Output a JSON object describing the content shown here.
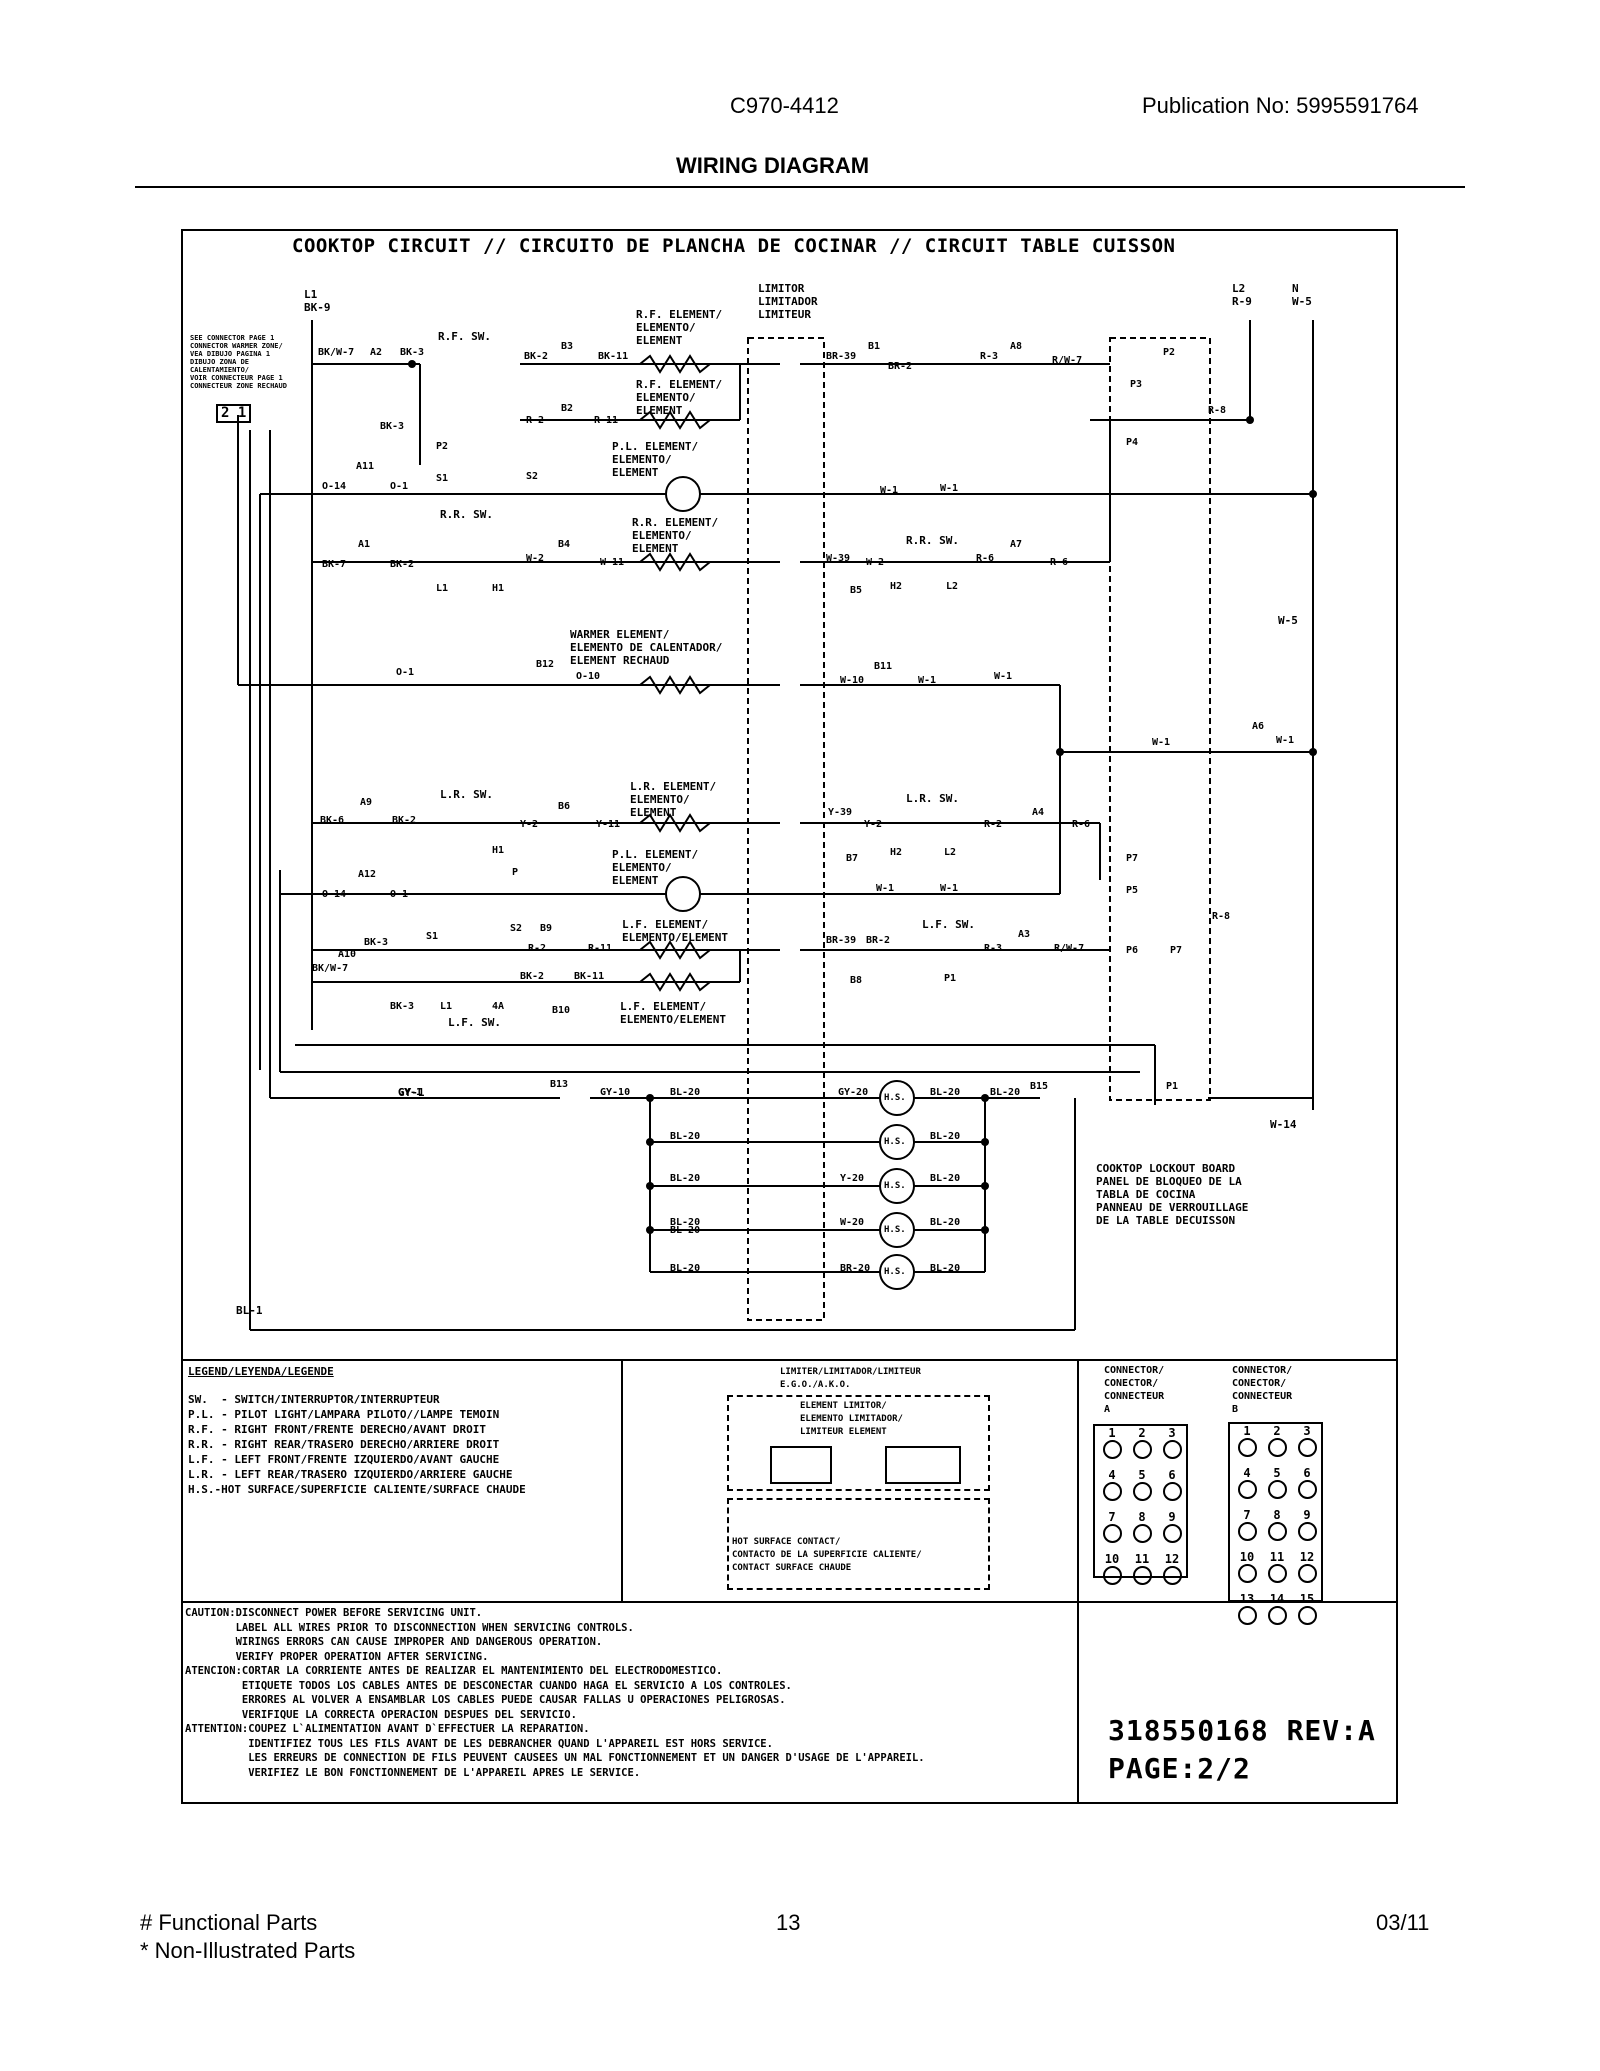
{
  "header": {
    "model": "C970-4412",
    "publication": "Publication No:  5995591764",
    "title": "WIRING DIAGRAM"
  },
  "diagram": {
    "title": "COOKTOP CIRCUIT // CIRCUITO DE PLANCHA DE COCINAR // CIRCUIT TABLE CUISSON",
    "labels": {
      "l1": "L1\nBK-9",
      "l2": "L2\nR-9",
      "n": "N\nW-5",
      "limitor": "LIMITOR\nLIMITADOR\nLIMITEUR",
      "see_connector": "SEE CONNECTOR PAGE 1\nCONNECTOR WARMER ZONE/\nVEA DIBUJO PAGINA 1\nDIBUJO ZONA DE\nCALENTAMIENTO/\nVOIR CONNECTEUR PAGE 1\nCONNECTEUR ZONE RECHAUD",
      "conn_21": "2 1",
      "rf_sw": "R.F. SW.",
      "rf_element1": "R.F. ELEMENT/\nELEMENTO/\nELEMENT",
      "rf_element2": "R.F. ELEMENT/\nELEMENTO/\nELEMENT",
      "pl_element1": "P.L. ELEMENT/\nELEMENTO/\nELEMENT",
      "rr_sw": "R.R. SW.",
      "rr_element": "R.R. ELEMENT/\nELEMENTO/\nELEMENT",
      "rr_sw2": "R.R. SW.",
      "warmer": "WARMER ELEMENT/\nELEMENTO DE CALENTADOR/\nELEMENT RECHAUD",
      "lr_sw": "L.R. SW.",
      "lr_element": "L.R. ELEMENT/\nELEMENTO/\nELEMENT",
      "lr_sw2": "L.R. SW.",
      "pl_element2": "P.L. ELEMENT/\nELEMENTO/\nELEMENT",
      "lf_element1": "L.F. ELEMENT/\nELEMENTO/ELEMENT",
      "lf_sw2": "L.F. SW.",
      "lf_element2": "L.F. ELEMENT/\nELEMENTO/ELEMENT",
      "lf_sw": "L.F. SW.",
      "lockout": "COOKTOP LOCKOUT BOARD\nPANEL DE BLOQUEO DE LA\nTABLA DE COCINA\nPANNEAU DE VERROUILLAGE\nDE LA TABLE DECUISSON",
      "hs": "H.S.",
      "w5": "W-5",
      "w14": "W-14",
      "bl1": "BL-1",
      "gy1": "GY-1"
    },
    "wires": [
      "BK/W-7",
      "A2",
      "BK-3",
      "BK-2",
      "B3",
      "BK-11",
      "BR-39",
      "B1",
      "BR-2",
      "R-3",
      "A8",
      "R/W-7",
      "P2",
      "P3",
      "P4",
      "R-8",
      "BK-3",
      "R-2",
      "B2",
      "R-11",
      "P2",
      "S1",
      "S2",
      "A11",
      "O-14",
      "O-1",
      "W-1",
      "W-1",
      "A1",
      "BK-7",
      "BK-2",
      "B4",
      "W-2",
      "W-11",
      "W-39",
      "W-2",
      "R-6",
      "A7",
      "R-6",
      "L1",
      "H1",
      "B5",
      "H2",
      "L2",
      "O-1",
      "B12",
      "O-10",
      "W-10",
      "B11",
      "W-1",
      "W-1",
      "W-1",
      "A6",
      "W-1",
      "A9",
      "BK-6",
      "BK-2",
      "B6",
      "Y-2",
      "Y-11",
      "Y-39",
      "Y-2",
      "R-2",
      "A4",
      "R-6",
      "H1",
      "B7",
      "H2",
      "L2",
      "P7",
      "P5",
      "A12",
      "O-14",
      "O-1",
      "W-1",
      "W-1",
      "P",
      "BK-3",
      "S1",
      "S2",
      "B9",
      "R-2",
      "R-11",
      "BR-39",
      "BR-2",
      "R-3",
      "A3",
      "R/W-7",
      "P6",
      "P7",
      "R-8",
      "A10",
      "BK/W-7",
      "BK-2",
      "BK-11",
      "B8",
      "P1",
      "BK-3",
      "L1",
      "4A",
      "B10",
      "GY-1",
      "B13",
      "GY-10",
      "BL-20",
      "GY-20",
      "BL-20",
      "BL-20",
      "B15",
      "P1",
      "BL-20",
      "BL-20",
      "BL-20",
      "BL-20",
      "Y-20",
      "BL-20",
      "BL-20",
      "W-20",
      "BL-20",
      "BL-20",
      "BR-20",
      "BL-20"
    ]
  },
  "legend": {
    "title": "LEGEND/LEYENDA/LEGENDE",
    "items": [
      "SW.  - SWITCH/INTERRUPTOR/INTERRUPTEUR",
      "P.L. - PILOT LIGHT/LAMPARA PILOTO//LAMPE TEMOIN",
      "R.F. - RIGHT FRONT/FRENTE DERECHO/AVANT DROIT",
      "R.R. - RIGHT REAR/TRASERO DERECHO/ARRIERE DROIT",
      "L.F. - LEFT FRONT/FRENTE IZQUIERDO/AVANT GAUCHE",
      "L.R. - LEFT REAR/TRASERO IZQUIERDO/ARRIERE GAUCHE",
      "H.S.-HOT SURFACE/SUPERFICIE CALIENTE/SURFACE CHAUDE"
    ],
    "limiter_title": "LIMITER/LIMITADOR/LIMITEUR\nE.G.O./A.K.O.",
    "limiter_elem": "ELEMENT LIMITOR/\nELEMENTO LIMITADOR/\nLIMITEUR ELEMENT",
    "hot_surface": "HOT SURFACE CONTACT/\nCONTACTO DE LA SUPERFICIE CALIENTE/\nCONTACT SURFACE CHAUDE",
    "connector_a": "CONNECTOR/\nCONECTOR/\nCONNECTEUR\nA",
    "connector_b": "CONNECTOR/\nCONECTOR/\nCONNECTEUR\nB",
    "conn_a_pins": [
      "1",
      "2",
      "3",
      "4",
      "5",
      "6",
      "7",
      "8",
      "9",
      "10",
      "11",
      "12"
    ],
    "conn_b_pins": [
      "1",
      "2",
      "3",
      "4",
      "5",
      "6",
      "7",
      "8",
      "9",
      "10",
      "11",
      "12",
      "13",
      "14",
      "15"
    ]
  },
  "caution": {
    "lines": [
      "CAUTION:DISCONNECT POWER BEFORE SERVICING UNIT.",
      "        LABEL ALL WIRES PRIOR TO DISCONNECTION WHEN SERVICING CONTROLS.",
      "        WIRINGS ERRORS CAN CAUSE IMPROPER AND DANGEROUS OPERATION.",
      "        VERIFY PROPER OPERATION AFTER SERVICING.",
      "ATENCION:CORTAR LA CORRIENTE ANTES DE REALIZAR EL MANTENIMIENTO DEL ELECTRODOMESTICO.",
      "         ETIQUETE TODOS LOS CABLES ANTES DE DESCONECTAR CUANDO HAGA EL SERVICIO A LOS CONTROLES.",
      "         ERRORES AL VOLVER A ENSAMBLAR LOS CABLES PUEDE CAUSAR FALLAS U OPERACIONES PELIGROSAS.",
      "         VERIFIQUE LA CORRECTA OPERACION DESPUES DEL SERVICIO.",
      "ATTENTION:COUPEZ L`ALIMENTATION AVANT D`EFFECTUER LA REPARATION.",
      "          IDENTIFIEZ TOUS LES FILS AVANT DE LES DEBRANCHER QUAND L'APPAREIL EST HORS SERVICE.",
      "          LES ERREURS DE CONNECTION DE FILS PEUVENT CAUSEES UN MAL FONCTIONNEMENT ET UN DANGER D'USAGE DE L'APPAREIL.",
      "          VERIFIEZ LE BON FONCTIONNEMENT DE L'APPAREIL APRES LE SERVICE."
    ],
    "part_number": "318550168 REV:A",
    "page": "PAGE:2/2"
  },
  "footer": {
    "functional": "# Functional Parts",
    "non_illustrated": "* Non-Illustrated Parts",
    "page_number": "13",
    "date": "03/11"
  }
}
